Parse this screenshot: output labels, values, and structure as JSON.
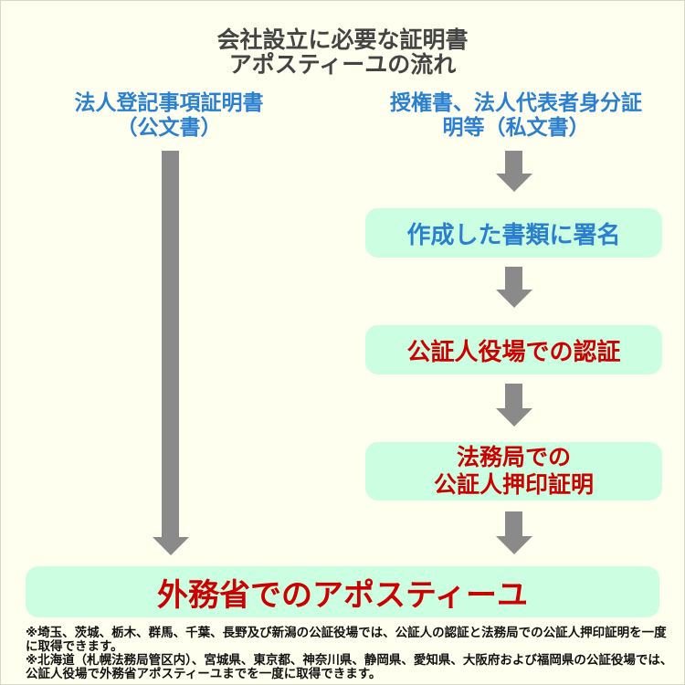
{
  "title": {
    "line1": "会社設立に必要な証明書",
    "line2": "アポスティーユの流れ"
  },
  "left_column": {
    "heading_line1": "法人登記事項証明書",
    "heading_line2": "（公文書）"
  },
  "right_column": {
    "heading_line1": "授権書、法人代表者身分証",
    "heading_line2": "明等（私文書）"
  },
  "steps": [
    {
      "label": "作成した書類に署名"
    },
    {
      "label": "公証人役場での認証"
    },
    {
      "line1": "法務局での",
      "line2": "公証人押印証明"
    }
  ],
  "final_step": {
    "label": "外務省でのアポスティーユ"
  },
  "notes": [
    "※埼玉、茨城、栃木、群馬、千葉、長野及び新潟の公証役場では、公証人の認証と法務局での公証人押印証明を一度に取得できます。",
    "※北海道（札幌法務局管区内）、宮城県、東京都、神奈川県、静岡県、愛知県、大阪府および福岡県の公証役場では、公証人役場で外務省アポスティーユまでを一度に取得できます。"
  ],
  "colors": {
    "blue": "#2a7fd0",
    "red": "#cc0000",
    "box": "#ccffe2",
    "arrow": "#8a8a8a"
  }
}
